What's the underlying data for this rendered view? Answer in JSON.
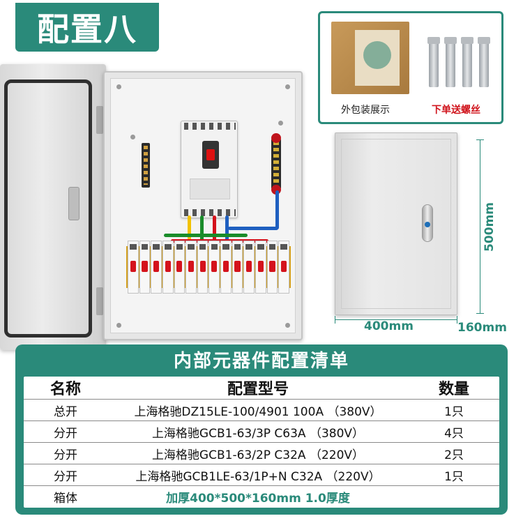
{
  "title": "配置八",
  "package": {
    "caption_outer": "外包装展示",
    "caption_bolts": "下单送螺丝"
  },
  "dimensions": {
    "height": "500mm",
    "width": "400mm",
    "depth": "160mm"
  },
  "config_list": {
    "heading": "内部元器件配置清单",
    "headers": {
      "name": "名称",
      "model": "配置型号",
      "qty": "数量"
    },
    "rows": [
      {
        "name": "总开",
        "model": "上海格驰DZ15LE-100/4901 100A （380V）",
        "qty": "1只"
      },
      {
        "name": "分开",
        "model": "上海格驰GCB1-63/3P  C63A （380V）",
        "qty": "4只"
      },
      {
        "name": "分开",
        "model": "上海格驰GCB1-63/2P  C32A  （220V）",
        "qty": "2只"
      },
      {
        "name": "分开",
        "model": "上海格驰GCB1LE-63/1P+N  C32A （220V）",
        "qty": "1只"
      },
      {
        "name": "箱体",
        "model": "加厚400*500*160mm   1.0厚度",
        "qty": ""
      }
    ]
  },
  "colors": {
    "accent": "#2a8a7a",
    "promo_red": "#d0141c"
  }
}
